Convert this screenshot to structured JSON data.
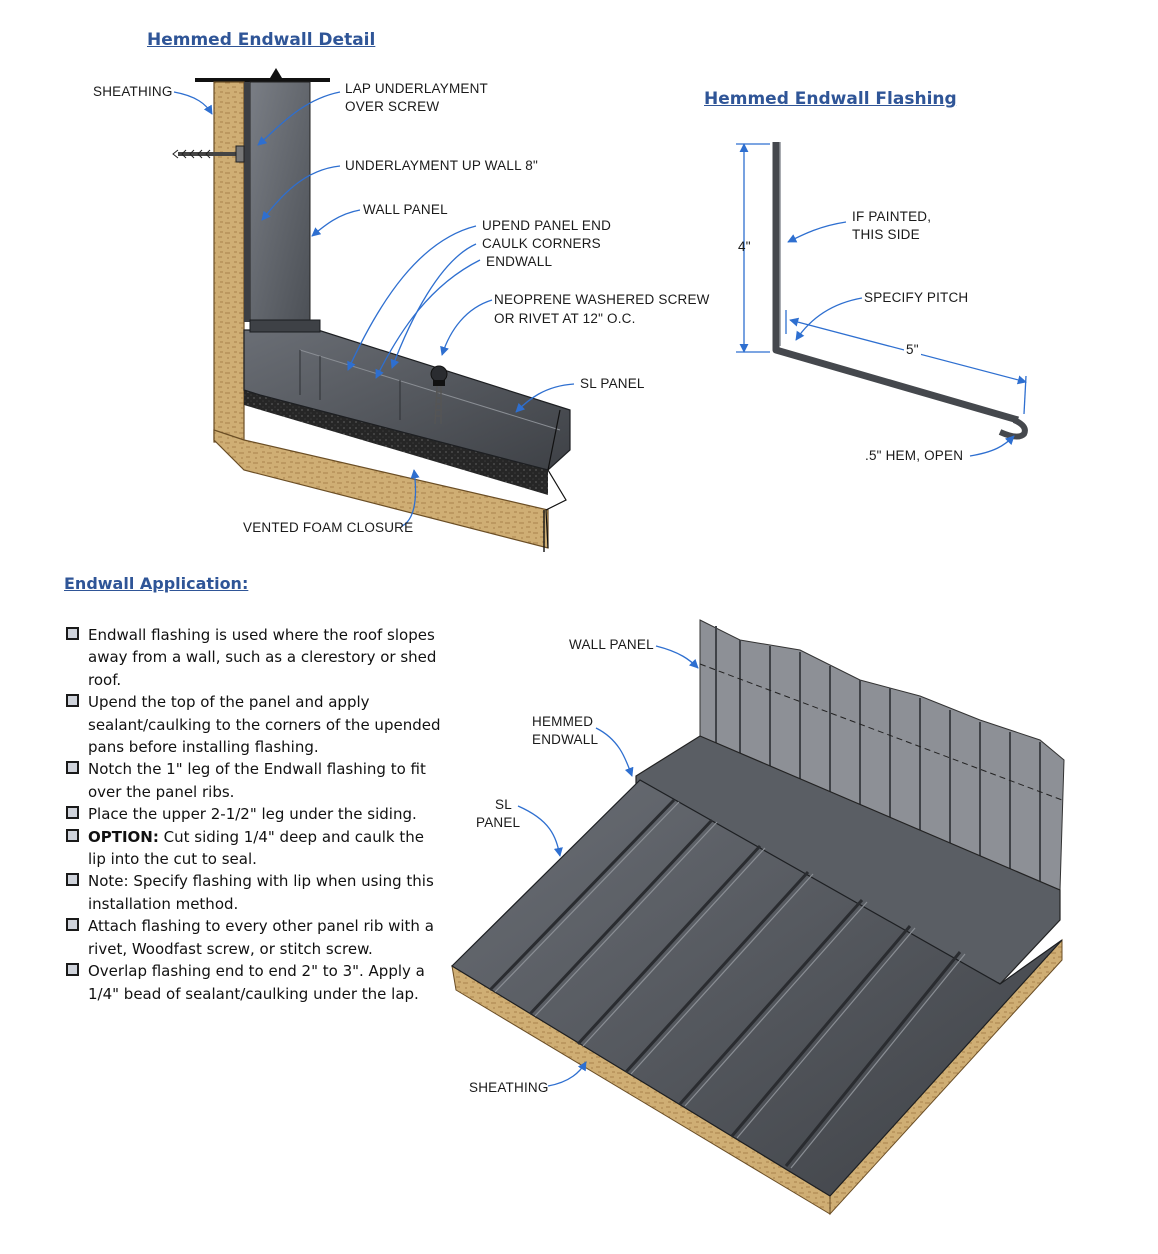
{
  "titles": {
    "detail": "Hemmed Endwall Detail",
    "flashing": "Hemmed Endwall Flashing",
    "application": "Endwall Application:"
  },
  "detail_labels": {
    "sheathing": "SHEATHING",
    "lap_underlayment_1": "LAP UNDERLAYMENT",
    "lap_underlayment_2": "OVER SCREW",
    "underlayment_up_wall": "UNDERLAYMENT UP WALL 8\"",
    "wall_panel": "WALL PANEL",
    "upend_1": "UPEND PANEL END",
    "upend_2": "CAULK CORNERS",
    "upend_3": "ENDWALL",
    "neoprene_1": "NEOPRENE WASHERED SCREW",
    "neoprene_2": "OR RIVET AT 12\" O.C.",
    "sl_panel": "SL PANEL",
    "vented_foam": "VENTED FOAM CLOSURE"
  },
  "flashing_labels": {
    "dim_4": "4\"",
    "if_painted_1": "IF PAINTED,",
    "if_painted_2": "THIS SIDE",
    "specify_pitch": "SPECIFY PITCH",
    "dim_5": "5\"",
    "hem": ".5\" HEM, OPEN"
  },
  "iso_labels": {
    "wall_panel": "WALL PANEL",
    "hemmed_1": "HEMMED",
    "hemmed_2": "ENDWALL",
    "sl_1": "SL",
    "sl_2": "PANEL",
    "sheathing": "SHEATHING"
  },
  "application": {
    "items": [
      {
        "text": "Endwall flashing is used where the roof slopes away from a wall, such as a clerestory or shed roof."
      },
      {
        "text": "Upend the top of the panel and apply sealant/caulking to the corners of the upended pans before installing flashing."
      },
      {
        "text": "Notch the 1\" leg of the Endwall flashing to fit over the panel ribs."
      },
      {
        "text": "Place the upper 2-1/2\" leg under the siding."
      },
      {
        "bold": "OPTION:",
        "text": " Cut siding 1/4\" deep and caulk the lip into the cut to seal."
      },
      {
        "text": "Note: Specify flashing with lip when using this installation method."
      },
      {
        "text": "Attach flashing to every other panel rib with a rivet, Woodfast screw, or stitch screw."
      },
      {
        "text": "Overlap flashing end to end 2\" to 3\". Apply a 1/4\" bead of sealant/caulking under the lap."
      }
    ]
  },
  "colors": {
    "title_blue": "#2f5597",
    "leader_blue": "#2e6fd0",
    "metal": "#55595f",
    "wood": "#c9a871"
  }
}
